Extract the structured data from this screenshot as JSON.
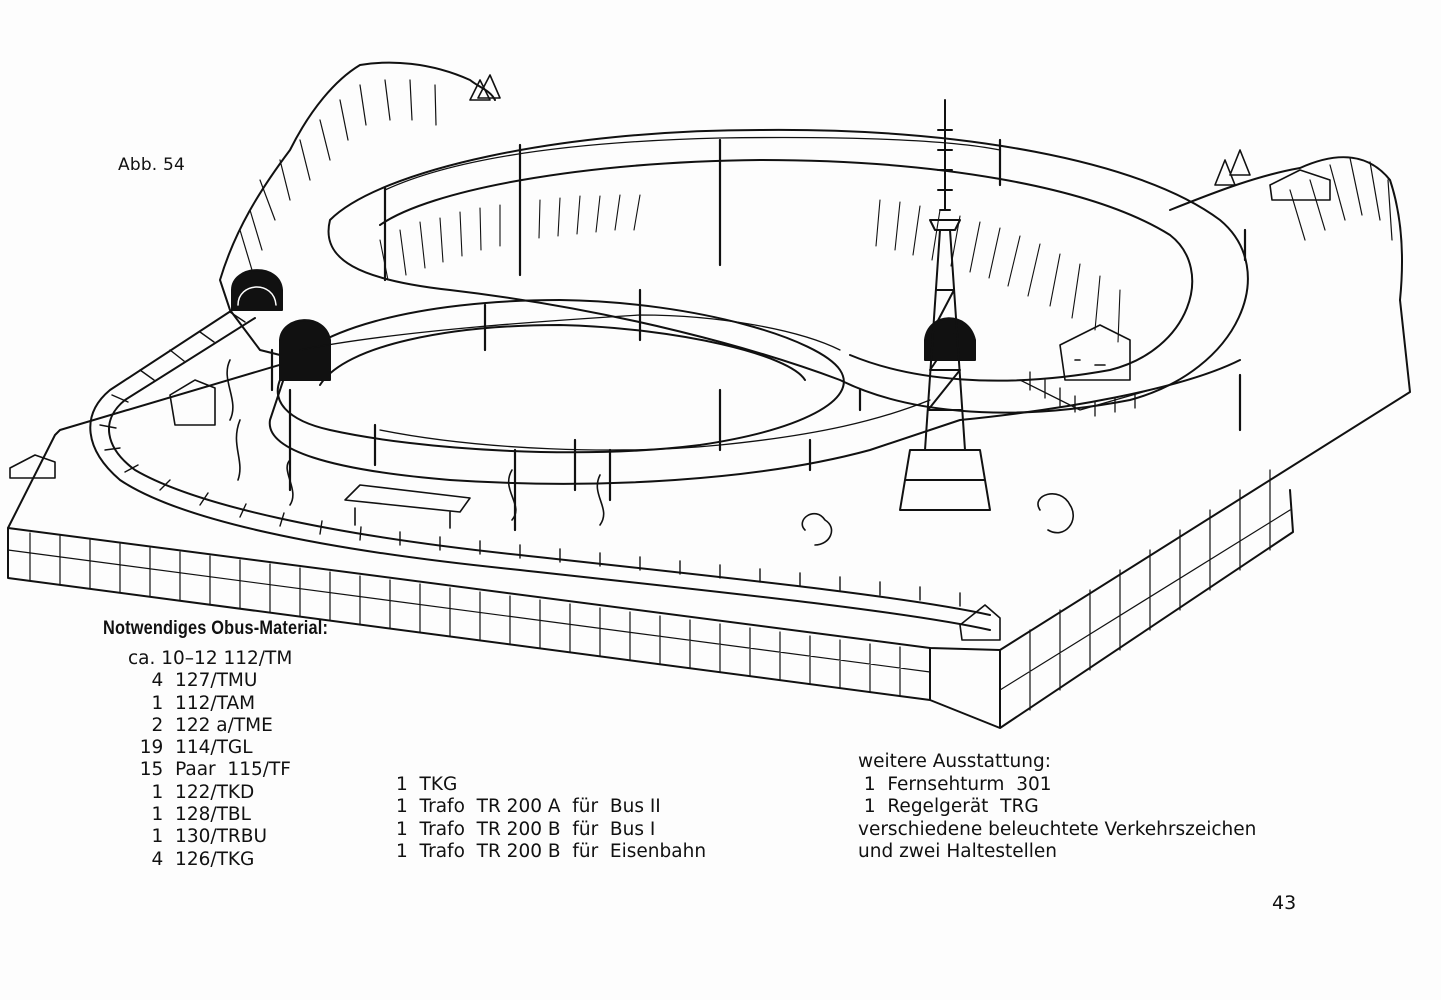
{
  "figure_label": "Abb. 54",
  "illustration": {
    "description_icon": "model-railway-trolleybus-layout-drawing"
  },
  "material_heading": "Notwendiges Obus-Material:",
  "material_list": [
    "ca. 10–12 112/TM",
    "    4  127/TMU",
    "    1  112/TAM",
    "    2  122 a/TME",
    "  19  114/TGL",
    "  15  Paar  115/TF",
    "    1  122/TKD",
    "    1  128/TBL",
    "    1  130/TRBU",
    "    4  126/TKG"
  ],
  "material_list_2": [
    "1  TKG",
    "1  Trafo  TR 200 A  für  Bus II",
    "1  Trafo  TR 200 B  für  Bus I",
    "1  Trafo  TR 200 B  für  Eisenbahn"
  ],
  "extra_heading": "weitere Ausstattung:",
  "extra_list": [
    " 1  Fernsehturm  301",
    " 1  Regelgerät  TRG",
    "verschiedene beleuchtete Verkehrszeichen",
    "und zwei Haltestellen"
  ],
  "page_number": "43"
}
